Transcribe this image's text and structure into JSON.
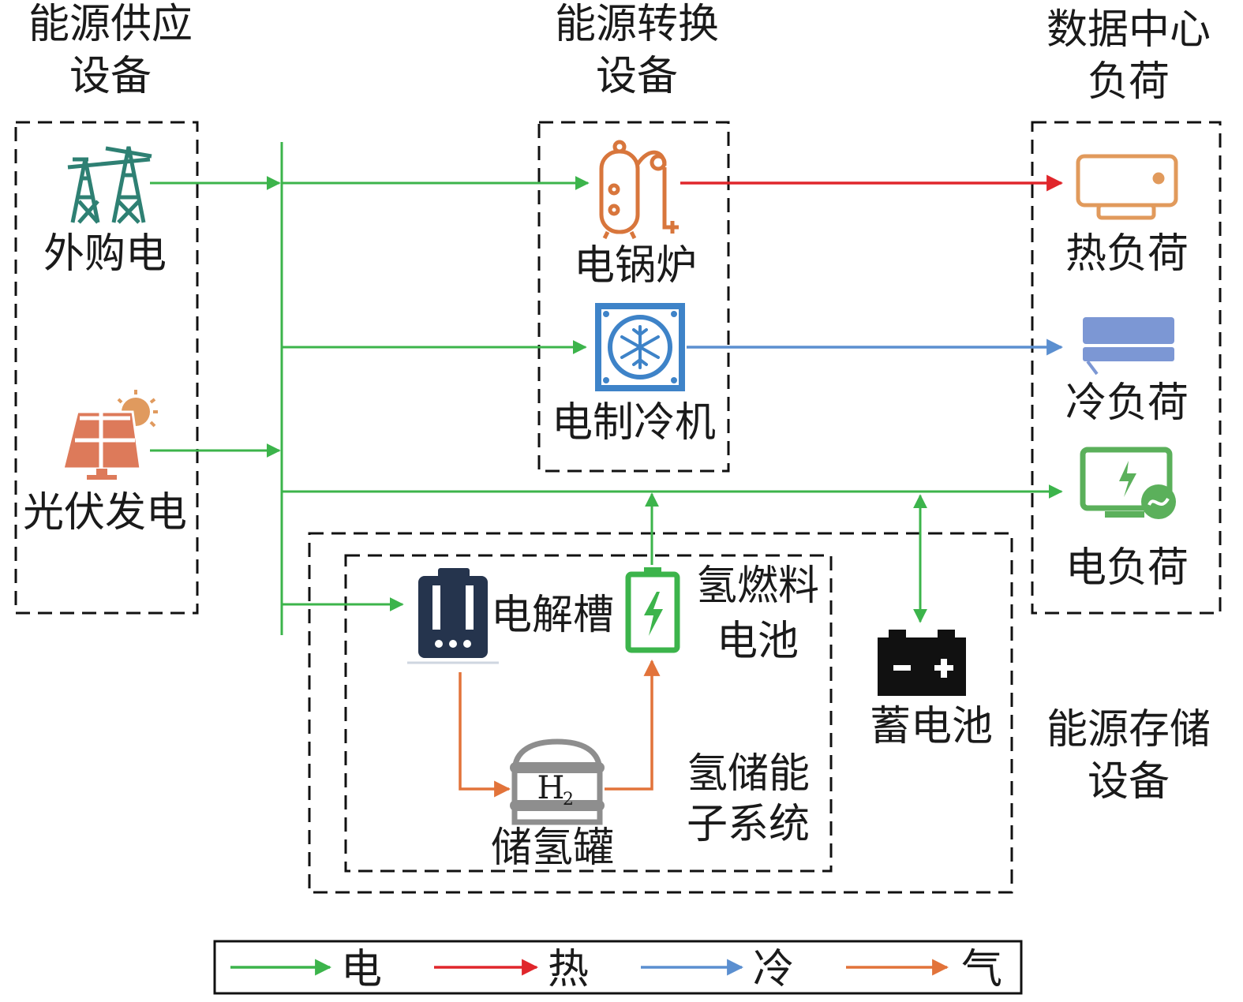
{
  "groups": {
    "supply_title": [
      "能源供应",
      "设备"
    ],
    "conversion_title": [
      "能源转换",
      "设备"
    ],
    "load_title": [
      "数据中心",
      "负荷"
    ],
    "storage_title": [
      "能源存储",
      "设备"
    ],
    "h2_subsystem_title": [
      "氢储能",
      "子系统"
    ]
  },
  "nodes": {
    "grid": {
      "label": "外购电",
      "icon": "power-tower-icon"
    },
    "pv": {
      "label": "光伏发电",
      "icon": "solar-panel-icon"
    },
    "boiler": {
      "label": "电锅炉",
      "icon": "electric-boiler-icon"
    },
    "chiller": {
      "label": "电制冷机",
      "icon": "chiller-snowflake-icon"
    },
    "heat_load": {
      "label": "热负荷",
      "icon": "heater-icon"
    },
    "cold_load": {
      "label": "冷负荷",
      "icon": "air-conditioner-icon"
    },
    "elec_load": {
      "label": "电负荷",
      "icon": "monitor-load-icon"
    },
    "electrolyzer": {
      "label": "电解槽",
      "icon": "electrolyzer-icon"
    },
    "fuel_cell": {
      "label": [
        "氢燃料",
        "电池"
      ],
      "icon": "fuel-cell-battery-icon"
    },
    "h2_tank": {
      "label": "储氢罐",
      "icon": "hydrogen-tank-icon",
      "tag": "H",
      "tag_sub": "2"
    },
    "battery": {
      "label": "蓄电池",
      "icon": "battery-icon",
      "symbols": [
        "-",
        "+"
      ]
    }
  },
  "legend": [
    {
      "label": "电",
      "color": "#3cb44b"
    },
    {
      "label": "热",
      "color": "#e0262b"
    },
    {
      "label": "冷",
      "color": "#5b8fd0"
    },
    {
      "label": "气",
      "color": "#e2733a"
    }
  ],
  "colors": {
    "electric": "#3cb44b",
    "heat": "#e0262b",
    "cold": "#5b8fd0",
    "gas": "#e2733a",
    "tower": "#2e8073",
    "boiler": "#d8763c",
    "chiller": "#3e83c8",
    "heat_load": "#e19a5c",
    "cold_load": "#7c97d4",
    "elec_load": "#5bb05b",
    "electrolyzer": "#25344d",
    "tank": "#8e8e8e",
    "battery": "#111111"
  }
}
